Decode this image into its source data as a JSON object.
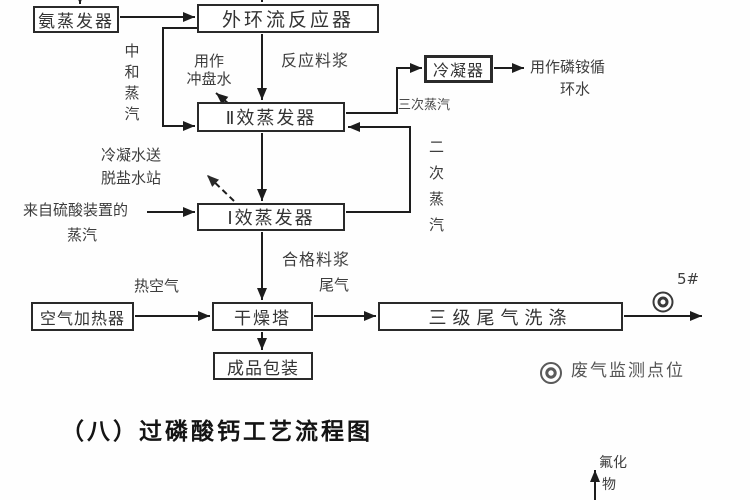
{
  "diagram": {
    "caption": "（八）过磷酸钙工艺流程图",
    "nodes": {
      "ammonia_evaporator": "氨蒸发器",
      "external_loop_reactor": "外环流反应器",
      "effect2_evaporator": "Ⅱ效蒸发器",
      "effect1_evaporator": "Ⅰ效蒸发器",
      "condenser": "冷凝器",
      "air_heater": "空气加热器",
      "drying_tower": "干燥塔",
      "product_packaging": "成品包装",
      "tail_gas_washing": "三级尾气洗涤"
    },
    "streams": {
      "neutralization_steam": "中和蒸汽",
      "flush_water": [
        "用作",
        "冲盘水"
      ],
      "reaction_slurry": "反应料浆",
      "third_steam": "三次蒸汽",
      "ammonium_phosphate_circulating_water": [
        "用作磷铵循",
        "环水"
      ],
      "second_steam": "二次蒸汽",
      "condensate_to_station": [
        "冷凝水送",
        "脱盐水站"
      ],
      "steam_from_sulfuric_acid_unit": [
        "来自硫酸装置的",
        "蒸汽"
      ],
      "qualified_slurry": "合格料浆",
      "tail_gas": "尾气",
      "hot_air": "热空气",
      "outlet_id": "5#",
      "fluoride": [
        "氟化",
        "物"
      ]
    },
    "legend": {
      "symbol_icon": "waste-gas-monitoring-point-icon",
      "label": "废气监测点位"
    },
    "colors": {
      "line": "#1d1d1d",
      "box_border": "#2a2a2a",
      "text": "#3d3d3d",
      "legend": "#5a5a5a",
      "background": "#fefefe"
    }
  }
}
